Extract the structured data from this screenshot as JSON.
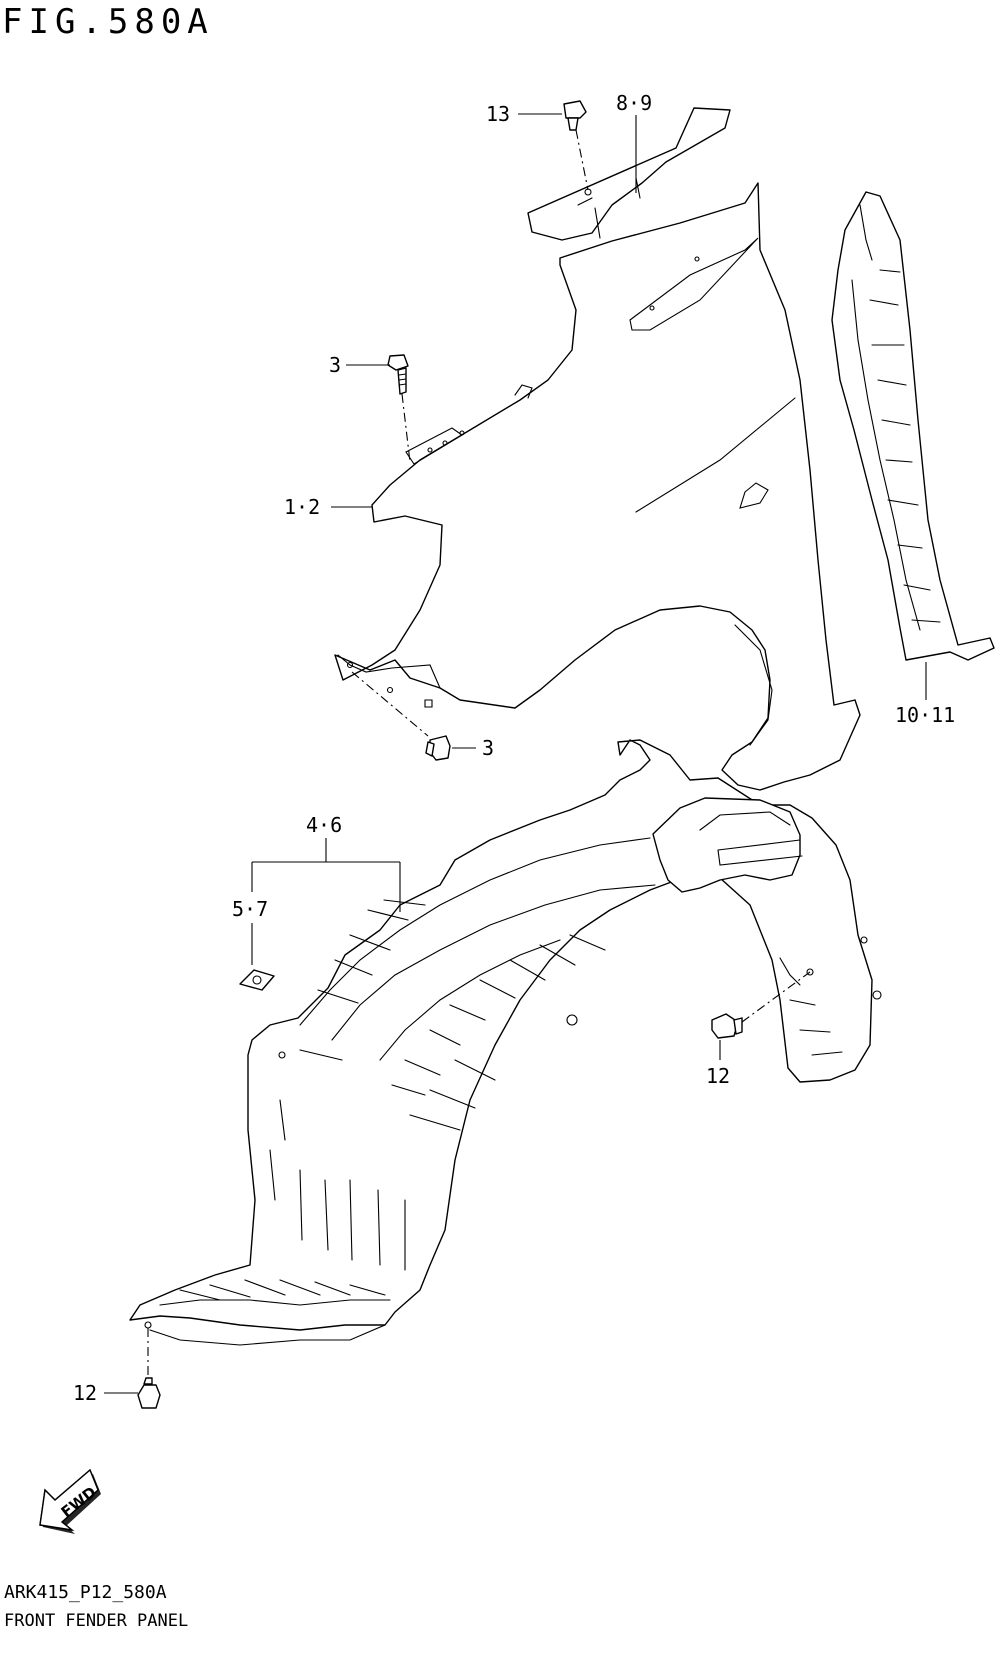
{
  "figure": {
    "title": "FIG.580A"
  },
  "callouts": {
    "c13": "13",
    "c89": "8·9",
    "c3a": "3",
    "c12": "1·2",
    "c3b": "3",
    "c1011": "10·11",
    "c46": "4·6",
    "c57": "5·7",
    "c12r": "12",
    "c12l": "12"
  },
  "fwd": {
    "label": "FWD"
  },
  "footer": {
    "code": "ARK415_P12_580A",
    "caption": "FRONT FENDER PANEL"
  }
}
